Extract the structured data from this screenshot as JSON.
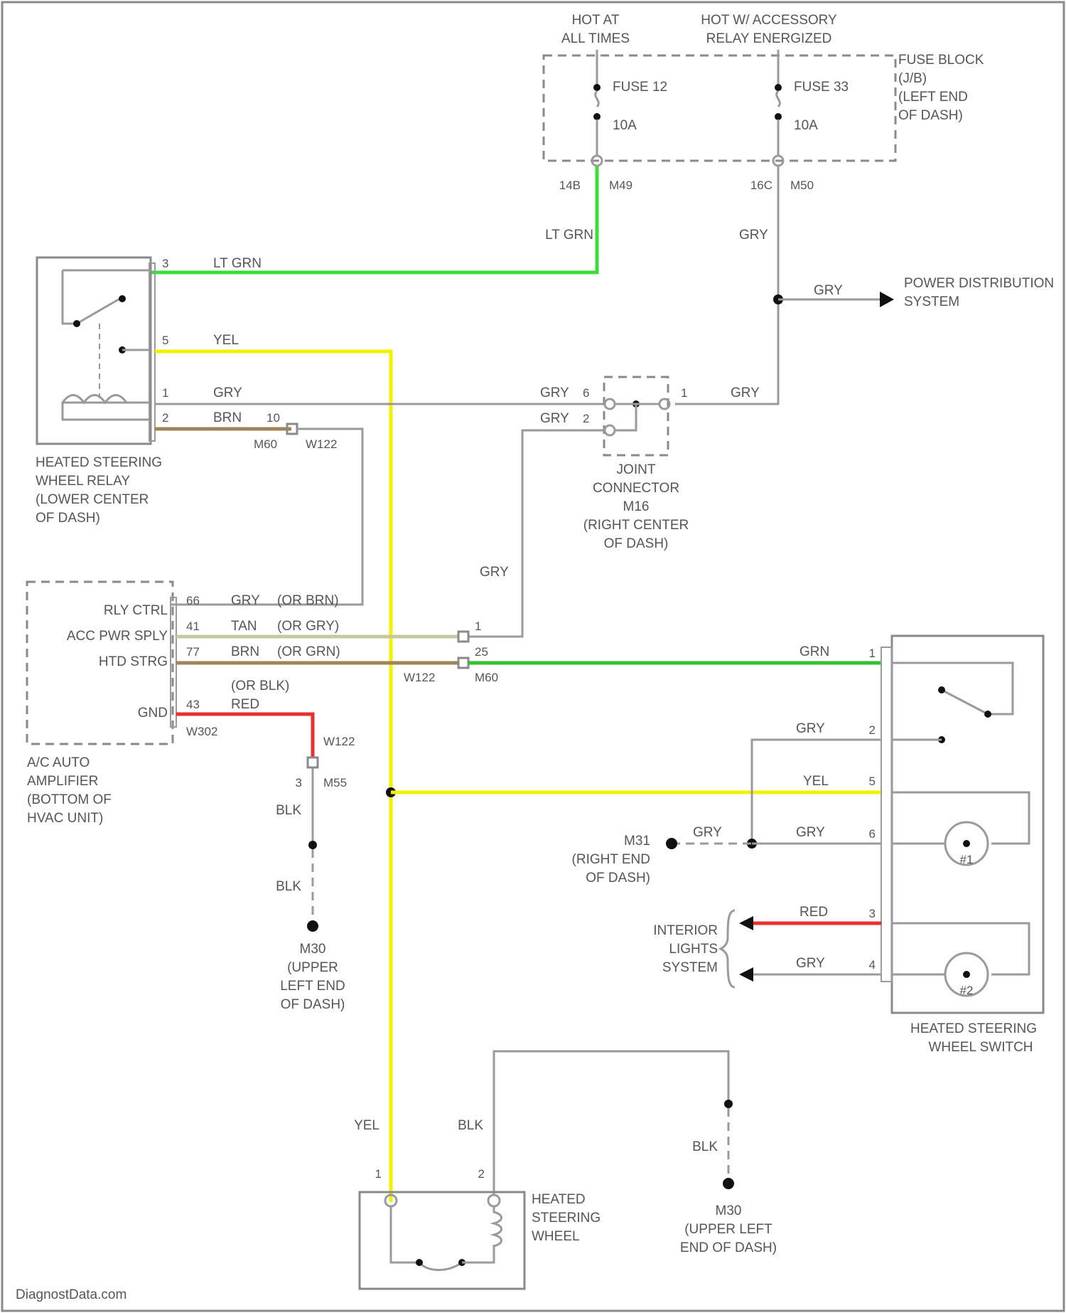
{
  "source": {
    "hot_at_all_times": [
      "HOT AT",
      "ALL TIMES"
    ],
    "hot_in_accessory": [
      "HOT W/ ACCESSORY",
      "RELAY ENERGIZED"
    ]
  },
  "fuse_block": {
    "label": [
      "FUSE BLOCK",
      "(J/B)",
      "(LEFT END",
      "OF DASH)"
    ],
    "fuse_a": {
      "name": "FUSE 12",
      "rating": "10A",
      "pin": "14B",
      "conn": "M49"
    },
    "fuse_b": {
      "name": "FUSE 33",
      "rating": "10A",
      "pin": "16C",
      "conn": "M50"
    }
  },
  "power_distribution": {
    "wire": "GRY",
    "label": [
      "POWER DISTRIBUTION",
      "SYSTEM"
    ]
  },
  "relay": {
    "label": [
      "HEATED STEERING",
      "WHEEL RELAY",
      "(LOWER CENTER",
      "OF DASH)"
    ],
    "pins": [
      {
        "num": "3",
        "wire": "LT GRN"
      },
      {
        "num": "5",
        "wire": "YEL"
      },
      {
        "num": "1",
        "wire": "GRY"
      },
      {
        "num": "2",
        "wire": "BRN"
      }
    ],
    "brn_pin": "10",
    "brn_conn_a": "M60",
    "brn_conn_b": "W122"
  },
  "joint_connector": {
    "label": [
      "JOINT",
      "CONNECTOR",
      "M16",
      "(RIGHT CENTER",
      "OF DASH)"
    ],
    "wires": {
      "in_top": "GRY",
      "in_bottom": "GRY",
      "out": "GRY"
    },
    "pins": {
      "p6": "6",
      "p2": "2",
      "p1": "1"
    },
    "down_wire": "GRY"
  },
  "hvac": {
    "label": [
      "A/C AUTO",
      "AMPLIFIER",
      "(BOTTOM OF",
      "HVAC UNIT)"
    ],
    "rows": [
      {
        "name": "RLY CTRL",
        "pin": "66",
        "wire": "GRY",
        "alt": "(OR BRN)"
      },
      {
        "name": "ACC PWR SPLY",
        "pin": "41",
        "wire": "TAN",
        "alt": "(OR GRY)"
      },
      {
        "name": "HTD STRG",
        "pin": "77",
        "wire": "BRN",
        "alt": "(OR GRN)"
      },
      {
        "name": "GND",
        "pin": "43",
        "wire": "RED",
        "alt": "(OR BLK)"
      }
    ],
    "gnd_conn": "W302",
    "inline_a_pin": "1",
    "inline_b_pin": "25",
    "inline_conn_a": "W122",
    "inline_conn_b": "M60"
  },
  "ground_left": {
    "conn_pin": "3",
    "conn_a": "W122",
    "conn_b": "M55",
    "wire_a": "BLK",
    "wire_b": "BLK",
    "label": [
      "M30",
      "(UPPER",
      "LEFT END",
      "OF DASH)"
    ]
  },
  "switch": {
    "label": [
      "HEATED STEERING",
      "WHEEL SWITCH"
    ],
    "pins": [
      {
        "num": "1",
        "wire": "GRN"
      },
      {
        "num": "2",
        "wire": "GRY"
      },
      {
        "num": "5",
        "wire": "YEL"
      },
      {
        "num": "6",
        "wire": "GRY"
      },
      {
        "num": "3",
        "wire": "RED"
      },
      {
        "num": "4",
        "wire": "GRY"
      }
    ],
    "lamp_a": "#1",
    "lamp_b": "#2"
  },
  "ground_right_mid": {
    "wire": "GRY",
    "label": [
      "M31",
      "(RIGHT END",
      "OF DASH)"
    ]
  },
  "interior_lights": {
    "label": [
      "INTERIOR",
      "LIGHTS",
      "SYSTEM"
    ]
  },
  "steering_wheel": {
    "label": [
      "HEATED",
      "STEERING",
      "WHEEL"
    ],
    "pin1": "1",
    "pin2": "2",
    "wire_yel": "YEL",
    "wire_blk": "BLK"
  },
  "ground_bottom": {
    "wire": "BLK",
    "label": [
      "M30",
      "(UPPER LEFT",
      "END OF DASH)"
    ]
  },
  "watermark": "DiagnostData.com",
  "colors": {
    "lt_grn": "#3cdc3c",
    "yel": "#f2f200",
    "red": "#e83030",
    "grn": "#30c030",
    "brn": "#a08458",
    "tan": "#c8c8a0",
    "gry": "#9a9a9a"
  }
}
